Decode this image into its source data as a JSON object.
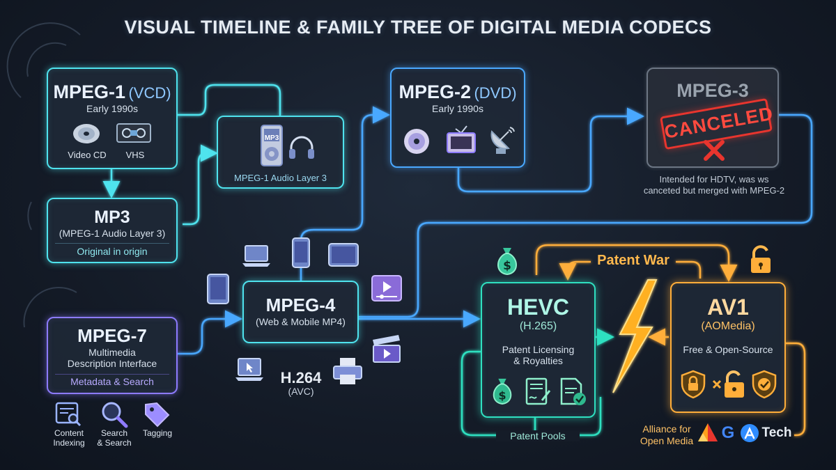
{
  "title": "VISUAL TIMELINE & FAMILY TREE OF DIGITAL MEDIA CODECS",
  "mpeg1": {
    "name": "MPEG-1",
    "paren": "(VCD)",
    "era": "Early 1990s",
    "icon_labels": [
      "Video CD",
      "VHS"
    ],
    "icons": [
      "disc-icon",
      "vhs-tape-icon"
    ]
  },
  "mp3_player": {
    "label": "MPEG-1 Audio Layer 3",
    "badge": "MP3",
    "icons": [
      "mp3-player-icon",
      "headphones-icon"
    ]
  },
  "mp3": {
    "name": "MP3",
    "sub": "(MPEG-1 Audio Layer 3)",
    "note": "Original in origin"
  },
  "mpeg2": {
    "name": "MPEG-2",
    "paren": "(DVD)",
    "era": "Early 1990s",
    "icons": [
      "dvd-icon",
      "tv-icon",
      "satellite-dish-icon"
    ]
  },
  "mpeg3": {
    "name": "MPEG-3",
    "stamp": "CANCELED",
    "note_line1": "Intended for HDTV, was ws",
    "note_line2": "canceted but merged with MPEG-2",
    "icons": [
      "cross-icon"
    ]
  },
  "mpeg7": {
    "name": "MPEG-7",
    "sub1": "Multimedia",
    "sub2": "Description Interface",
    "note": "Metadata & Search",
    "features": [
      {
        "line1": "Content",
        "line2": "Indexing",
        "icon": "content-indexing-icon"
      },
      {
        "line1": "Search",
        "line2": "& Search",
        "icon": "magnifier-icon"
      },
      {
        "line1": "Tagging",
        "line2": "",
        "icon": "tag-icon"
      }
    ]
  },
  "mpeg4": {
    "name": "MPEG-4",
    "sub": "(Web & Mobile MP4)",
    "device_icons": [
      "laptop-icon",
      "phone-icon",
      "tablet-icon",
      "tablet-icon",
      "video-player-icon",
      "clapperboard-icon",
      "laptop-cursor-icon",
      "printer-icon"
    ]
  },
  "h264": {
    "name": "H.264",
    "sub": "(AVC)"
  },
  "hevc": {
    "name": "HEVC",
    "sub": "(H.265)",
    "desc1": "Patent Licensing",
    "desc2": "& Royalties",
    "pools": "Patent Pools",
    "icons": [
      "money-bag-icon",
      "money-bag-icon",
      "contract-icon",
      "verified-document-icon"
    ]
  },
  "av1": {
    "name": "AV1",
    "sub": "(AOMedia)",
    "desc": "Free & Open-Source",
    "icons": [
      "open-padlock-icon",
      "shield-lock-icon",
      "unlock-icon",
      "shield-check-icon"
    ]
  },
  "patent_war": {
    "label": "Patent War",
    "icons": [
      "lightning-icon"
    ]
  },
  "alliance": {
    "line1": "Alliance for",
    "line2": "Open Media",
    "g": "G",
    "tech": "Tech",
    "icons": [
      "alliance-logo-icon",
      "app-store-icon"
    ]
  },
  "colors": {
    "cyan": "#4fe3ee",
    "blue": "#4aa8ff",
    "purple": "#8d7bff",
    "teal": "#2fe0c0",
    "orange": "#ffae3a",
    "red": "#e8352e",
    "gray": "#6c7684"
  }
}
